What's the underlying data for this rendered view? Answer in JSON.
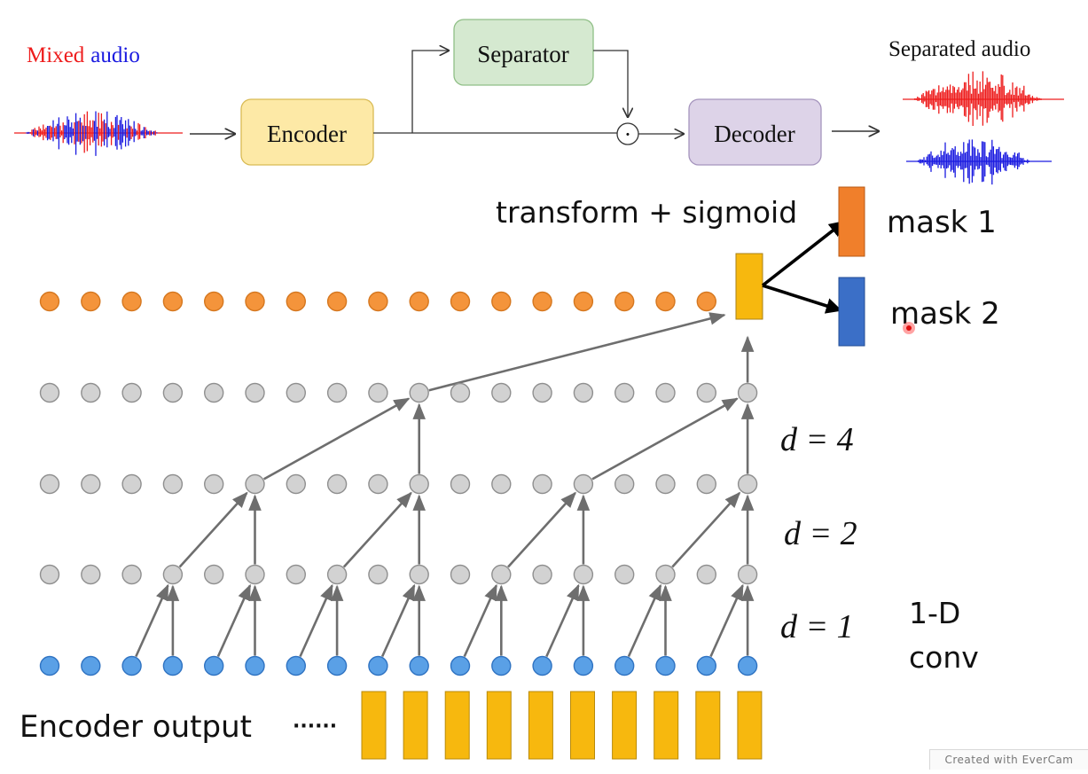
{
  "pipeline": {
    "mixed_audio_part1": "Mi",
    "mixed_audio_part2": "xed",
    "mixed_audio_part3": "audio",
    "encoder_label": "Encoder",
    "separator_label": "Separator",
    "multiply_symbol": "·",
    "decoder_label": "Decoder",
    "separated_audio_label": "Separated audio"
  },
  "network": {
    "transform_label": "transform + sigmoid",
    "mask1_label": "mask 1",
    "mask2_label": "mask 2",
    "d4_label": "d = 4",
    "d2_label": "d = 2",
    "d1_label": "d = 1",
    "conv_label_line1": "1-D",
    "conv_label_line2": "conv",
    "encoder_output_label": "Encoder output",
    "ellipsis": "······"
  },
  "colors": {
    "red": "#ee1c1c",
    "blue": "#1a1ae0",
    "encoder_fill": "#fde9a6",
    "encoder_stroke": "#d9bb54",
    "separator_fill": "#d5e9d0",
    "separator_stroke": "#8fbf86",
    "decoder_fill": "#ddd3e8",
    "decoder_stroke": "#a594bd",
    "orange_node": "#f4943b",
    "gray_node": "#d2d2d2",
    "blue_node": "#5aa0e6",
    "mask1": "#f07f2b",
    "mask2": "#3b6fc7",
    "encoder_bar": "#f7b80e"
  },
  "watermark": "Created with EverCam"
}
